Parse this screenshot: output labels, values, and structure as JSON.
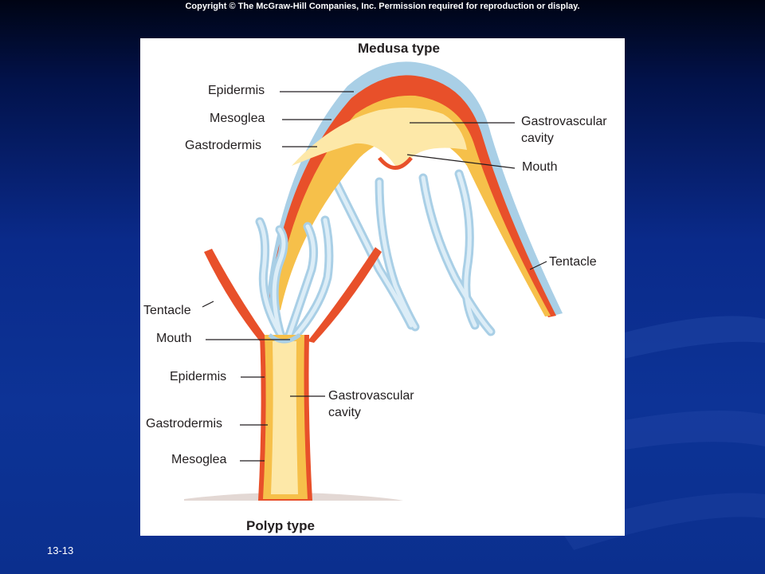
{
  "copyright": "Copyright © The McGraw-Hill Companies, Inc. Permission required for reproduction or display.",
  "slide_number": "13-13",
  "diagram": {
    "medusa_title": "Medusa type",
    "polyp_title": "Polyp type",
    "medusa_labels": {
      "epidermis": "Epidermis",
      "mesoglea": "Mesoglea",
      "gastrodermis": "Gastrodermis",
      "gastrovascular_1": "Gastrovascular",
      "gastrovascular_2": "cavity",
      "mouth": "Mouth",
      "tentacle": "Tentacle"
    },
    "polyp_labels": {
      "tentacle": "Tentacle",
      "mouth": "Mouth",
      "epidermis": "Epidermis",
      "gastrovascular_1": "Gastrovascular",
      "gastrovascular_2": "cavity",
      "gastrodermis": "Gastrodermis",
      "mesoglea": "Mesoglea"
    },
    "colors": {
      "epidermis": "#a9cfe6",
      "mesoglea": "#e8502a",
      "gastrodermis": "#f6c04a",
      "cavity": "#fde8a8"
    }
  }
}
